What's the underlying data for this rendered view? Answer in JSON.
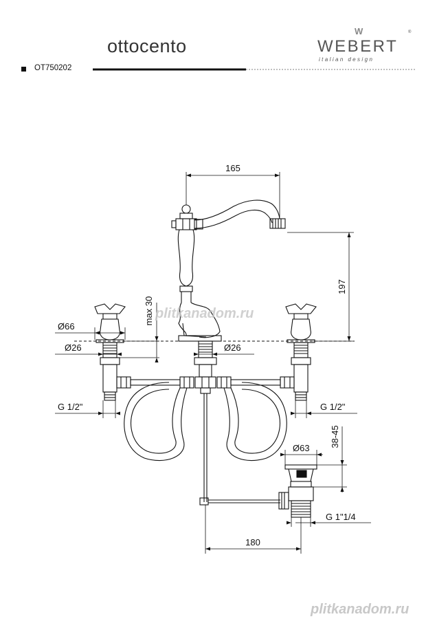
{
  "header": {
    "series_name": "ottocento",
    "brand_mark": "W",
    "brand_name": "WEBERT",
    "brand_tagline": "italian design",
    "brand_reg": "®",
    "product_code": "OT750202"
  },
  "dimensions": {
    "spout_reach": "165",
    "spout_height": "197",
    "handle_diameter": "Ø66",
    "handle_shank_diameter": "Ø26",
    "center_shank_diameter": "Ø26",
    "deck_thickness": "max 30",
    "left_connection": "G 1/2\"",
    "right_connection": "G 1/2\"",
    "drain_diameter": "Ø63",
    "drain_height_range": "38-45",
    "drain_thread": "G 1\"1/4",
    "overall_width": "180"
  },
  "watermark": {
    "text_center": "plitkanadom.ru",
    "text_bottom": "plitkanadom.ru",
    "color": "#c8c8c8"
  },
  "colors": {
    "line": "#111111",
    "accent_rule": "#111111"
  }
}
